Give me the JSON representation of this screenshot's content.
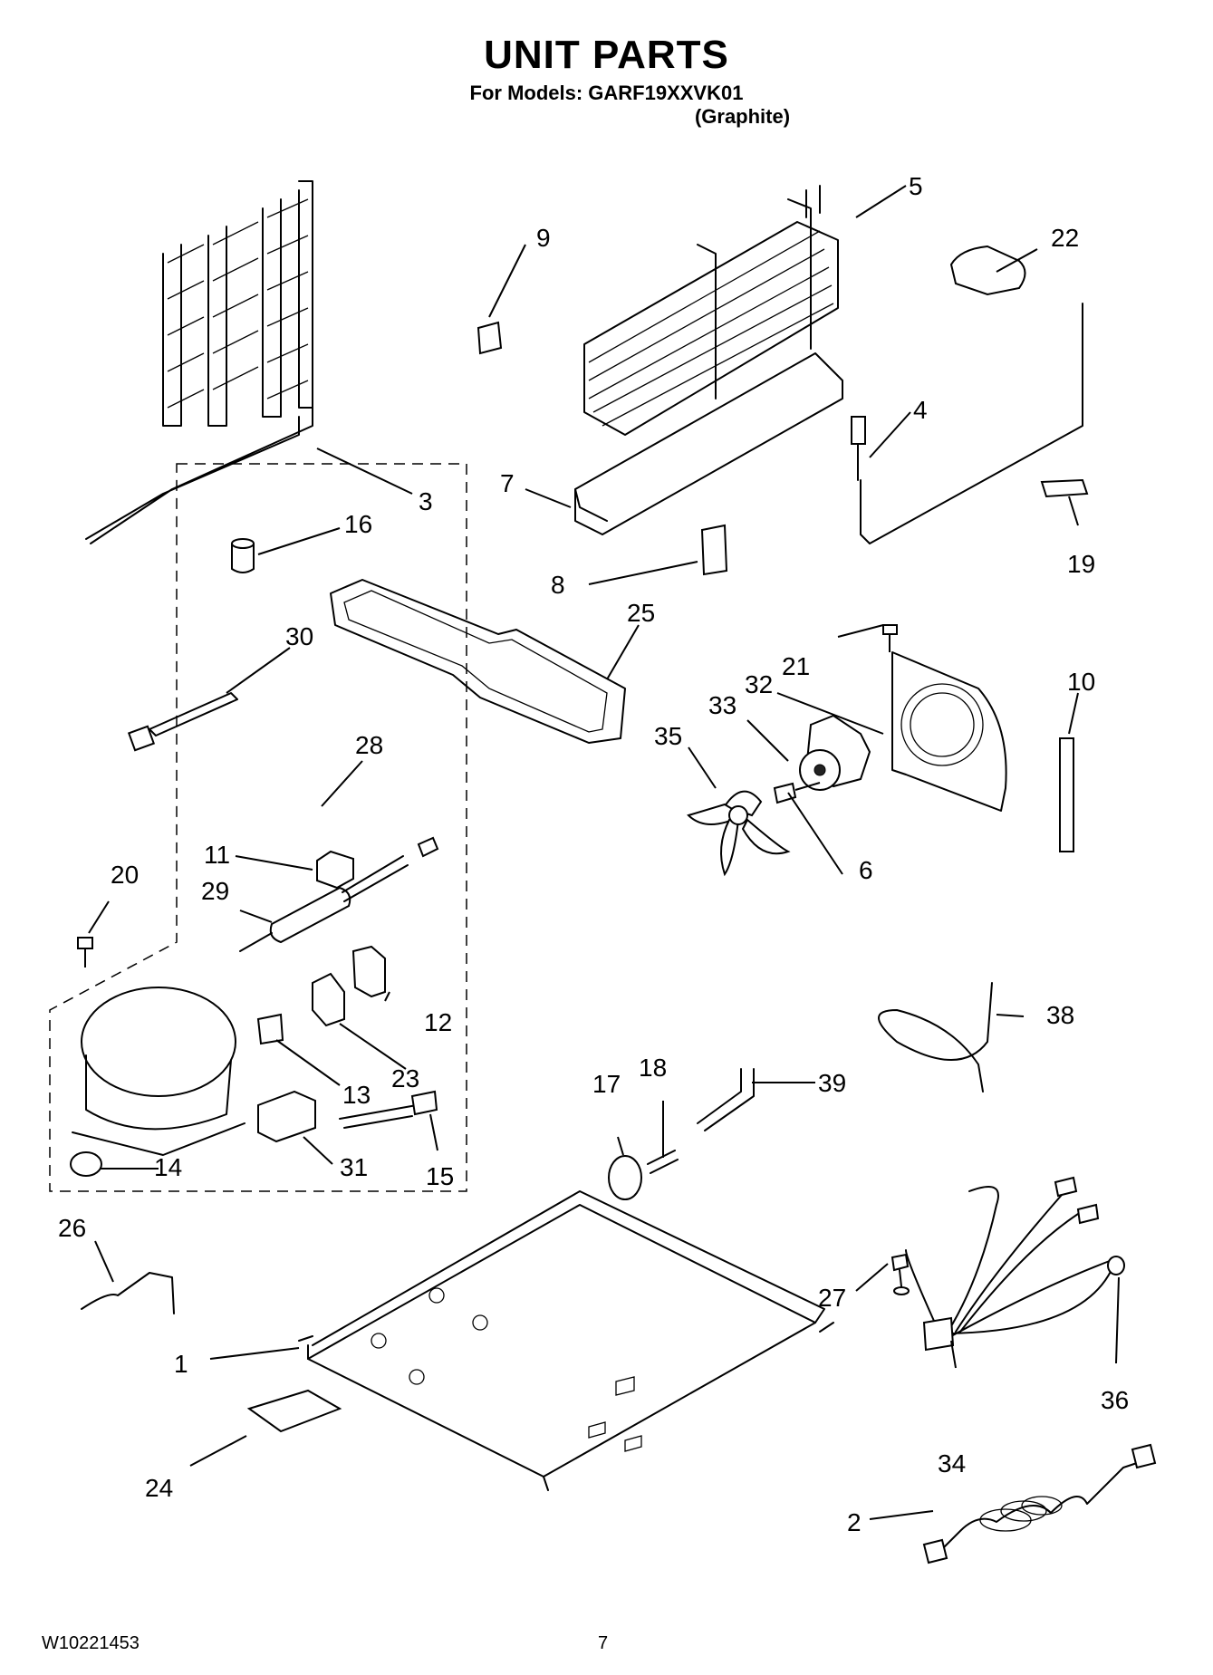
{
  "header": {
    "title": "UNIT PARTS",
    "models_line": "For Models: GARF19XXVK01",
    "color_line": "(Graphite)"
  },
  "footer": {
    "doc_number": "W10221453",
    "page_number": "7"
  },
  "callouts": {
    "p1": "1",
    "p2": "2",
    "p3": "3",
    "p4": "4",
    "p5": "5",
    "p6": "6",
    "p7": "7",
    "p8": "8",
    "p9": "9",
    "p10": "10",
    "p11": "11",
    "p12": "12",
    "p13": "13",
    "p14": "14",
    "p15": "15",
    "p16": "16",
    "p17": "17",
    "p18": "18",
    "p19": "19",
    "p20": "20",
    "p21": "21",
    "p22": "22",
    "p23": "23",
    "p24": "24",
    "p25": "25",
    "p26": "26",
    "p27": "27",
    "p28": "28",
    "p29": "29",
    "p30": "30",
    "p31": "31",
    "p32": "32",
    "p33": "33",
    "p34": "34",
    "p35": "35",
    "p36": "36",
    "p38": "38",
    "p39": "39"
  }
}
